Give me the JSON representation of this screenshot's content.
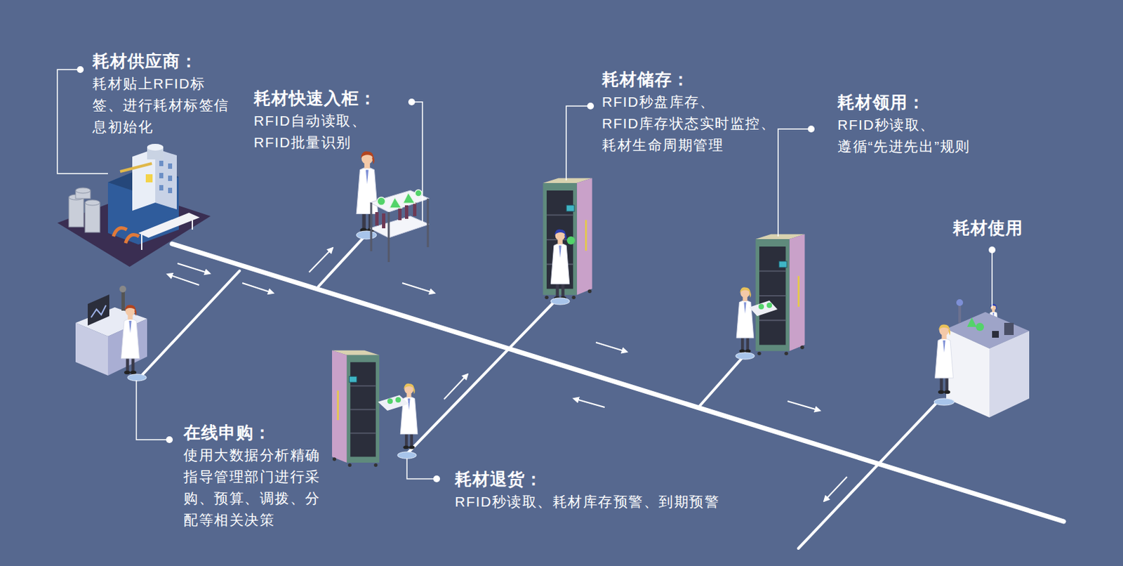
{
  "diagram": {
    "nodes": [
      {
        "text": [
          "耗材供应商：",
          "耗材贴上RFID标签、进行耗材标签信息初始化"
        ]
      },
      {
        "text": [
          "耗材快速入柜：",
          "RFID自动读取、RFID批量识别"
        ]
      },
      {
        "text": [
          "耗材储存：",
          "RFID秒盘库存、RFID库存状态实时监控、耗材生命周期管理"
        ]
      },
      {
        "text": [
          "耗材领用：",
          "RFID秒读取、遵循“先进先出”规则"
        ]
      },
      {
        "text": [
          "耗材使用"
        ]
      },
      {
        "text": [
          "在线申购：",
          "使用大数据分析精确指导管理部门进行采购、预算、调拨、分配等相关决策"
        ]
      },
      {
        "text": [
          "耗材退货：",
          "RFID秒读取、耗材库存预警、到期预警"
        ]
      }
    ]
  }
}
